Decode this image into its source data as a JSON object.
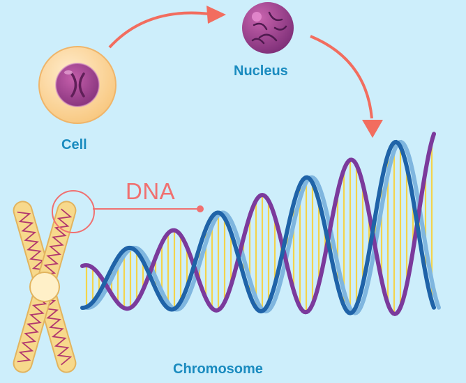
{
  "labels": {
    "cell": "Cell",
    "nucleus": "Nucleus",
    "dna": "DNA",
    "chromosome": "Chromosome"
  },
  "colors": {
    "background": "#cdeefb",
    "label_text": "#1a8bbf",
    "dna_label": "#f07070",
    "arrow": "#f26d5f",
    "strand_purple": "#7b3a9c",
    "strand_blue": "#1f63a8",
    "strand_light_blue": "#7fb6df",
    "base_pairs": "#f4d44a",
    "chromosome_body": "#f7d98c",
    "chromosome_outline": "#e2b45f",
    "chromosome_coil": "#b2386e",
    "centromere": "#fff0c8",
    "cell_outer": "#fbd79a",
    "cell_inner": "#9e3f92",
    "nucleus_body": "#9b3b8c"
  }
}
